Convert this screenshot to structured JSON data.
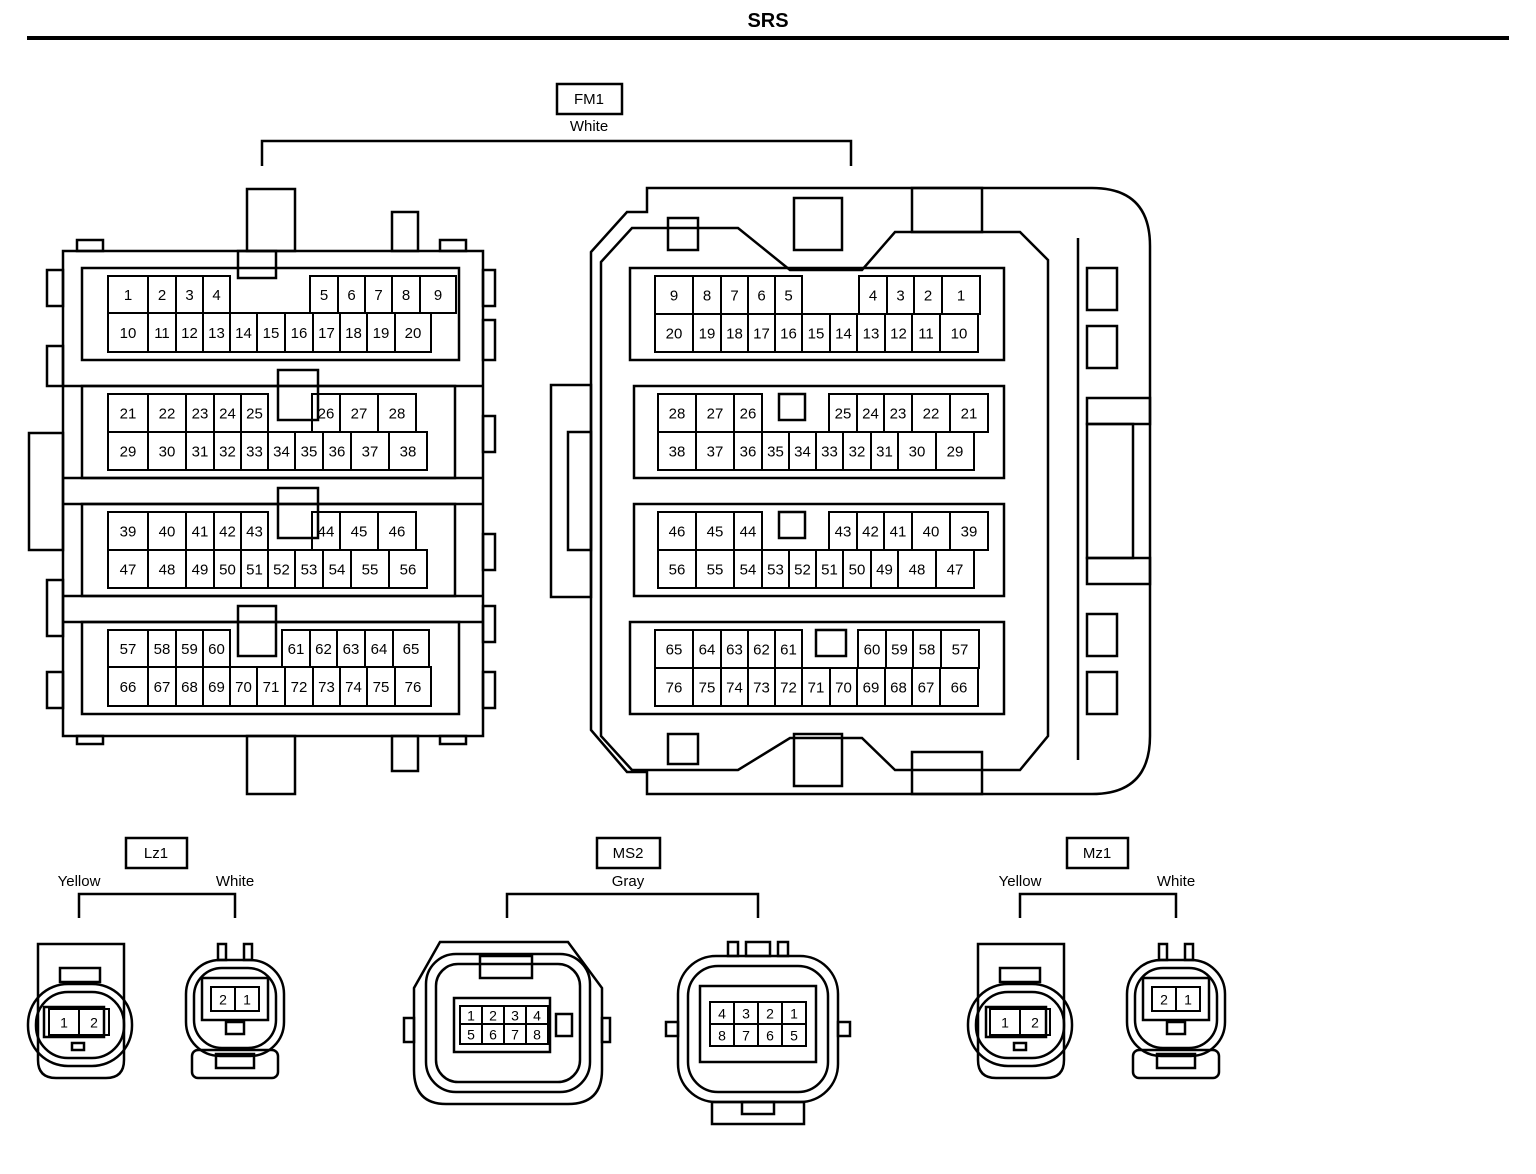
{
  "page": {
    "title": "SRS"
  },
  "colors": {
    "line": "#000000",
    "background": "#ffffff"
  },
  "connectors": {
    "fm1": {
      "id": "FM1",
      "color": "White"
    },
    "lz1": {
      "id": "Lz1",
      "left_color": "Yellow",
      "right_color": "White"
    },
    "ms2": {
      "id": "MS2",
      "color": "Gray"
    },
    "mz1": {
      "id": "Mz1",
      "left_color": "Yellow",
      "right_color": "White"
    }
  },
  "fm1_left": {
    "rows": [
      {
        "top": [
          "1",
          "2",
          "3",
          "4",
          "",
          "5",
          "6",
          "7",
          "8",
          "9"
        ],
        "bottom": [
          "10",
          "11",
          "12",
          "13",
          "14",
          "15",
          "16",
          "17",
          "18",
          "19",
          "20"
        ]
      },
      {
        "top": [
          "21",
          "22",
          "23",
          "24",
          "25",
          "",
          "26",
          "27",
          "28"
        ],
        "bottom": [
          "29",
          "30",
          "31",
          "32",
          "33",
          "34",
          "35",
          "36",
          "37",
          "38"
        ]
      },
      {
        "top": [
          "39",
          "40",
          "41",
          "42",
          "43",
          "",
          "44",
          "45",
          "46"
        ],
        "bottom": [
          "47",
          "48",
          "49",
          "50",
          "51",
          "52",
          "53",
          "54",
          "55",
          "56"
        ]
      },
      {
        "top": [
          "57",
          "58",
          "59",
          "60",
          "",
          "61",
          "62",
          "63",
          "64",
          "65"
        ],
        "bottom": [
          "66",
          "67",
          "68",
          "69",
          "70",
          "71",
          "72",
          "73",
          "74",
          "75",
          "76"
        ]
      }
    ]
  },
  "fm1_right": {
    "rows": [
      {
        "top": [
          "9",
          "8",
          "7",
          "6",
          "5",
          "",
          "4",
          "3",
          "2",
          "1"
        ],
        "bottom": [
          "20",
          "19",
          "18",
          "17",
          "16",
          "15",
          "14",
          "13",
          "12",
          "11",
          "10"
        ]
      },
      {
        "top": [
          "28",
          "27",
          "26",
          "",
          "25",
          "24",
          "23",
          "22",
          "21"
        ],
        "bottom": [
          "38",
          "37",
          "36",
          "35",
          "34",
          "33",
          "32",
          "31",
          "30",
          "29"
        ]
      },
      {
        "top": [
          "46",
          "45",
          "44",
          "",
          "43",
          "42",
          "41",
          "40",
          "39"
        ],
        "bottom": [
          "56",
          "55",
          "54",
          "53",
          "52",
          "51",
          "50",
          "49",
          "48",
          "47"
        ]
      },
      {
        "top": [
          "65",
          "64",
          "63",
          "62",
          "61",
          "",
          "60",
          "59",
          "58",
          "57"
        ],
        "bottom": [
          "76",
          "75",
          "74",
          "73",
          "72",
          "71",
          "70",
          "69",
          "68",
          "67",
          "66"
        ]
      }
    ]
  },
  "lz1_pins": {
    "left": [
      "1",
      "2"
    ],
    "right": [
      "2",
      "1"
    ]
  },
  "ms2_pins": {
    "left_top": [
      "1",
      "2",
      "3",
      "4"
    ],
    "left_bottom": [
      "5",
      "6",
      "7",
      "8"
    ],
    "right_top": [
      "4",
      "3",
      "2",
      "1"
    ],
    "right_bottom": [
      "8",
      "7",
      "6",
      "5"
    ]
  },
  "mz1_pins": {
    "left": [
      "1",
      "2"
    ],
    "right": [
      "2",
      "1"
    ]
  }
}
